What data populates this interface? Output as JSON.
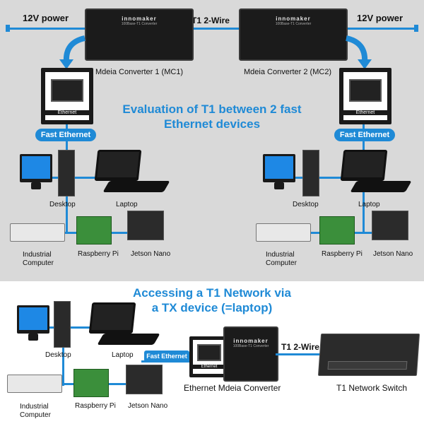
{
  "top": {
    "power_left": "12V power",
    "power_right": "12V power",
    "wire_label": "T1 2-Wire",
    "mc1_label": "Mdeia Converter 1 (MC1)",
    "mc2_label": "Mdeia Converter 2 (MC2)",
    "title_line1": "Evaluation of T1 between 2 fast",
    "title_line2": "Ethernet devices",
    "left": {
      "ethernet": "Ethernet",
      "fast_ethernet": "Fast Ethernet",
      "desktop": "Desktop",
      "laptop": "Laptop",
      "industrial_line1": "Industrial",
      "industrial_line2": "Computer",
      "raspberry": "Raspberry Pi",
      "jetson": "Jetson Nano"
    },
    "right": {
      "ethernet": "Ethernet",
      "fast_ethernet": "Fast Ethernet",
      "desktop": "Desktop",
      "laptop": "Laptop",
      "industrial_line1": "Industrial",
      "industrial_line2": "Computer",
      "raspberry": "Raspberry Pi",
      "jetson": "Jetson Nano"
    }
  },
  "bottom": {
    "title_line1": "Accessing a T1 Network via",
    "title_line2": "a TX device (=laptop)",
    "desktop": "Desktop",
    "laptop": "Laptop",
    "industrial_line1": "Industrial",
    "industrial_line2": "Computer",
    "raspberry": "Raspberry Pi",
    "jetson": "Jetson Nano",
    "fast_ethernet": "Fast Ethernet",
    "ethernet": "Ethernet",
    "wire_label": "T1 2-Wire",
    "converter_label": "Ethernet Mdeia Converter",
    "switch_label": "T1 Network Switch"
  },
  "converter": {
    "brand": "innomaker",
    "sub": "100Base-T1 Converter"
  },
  "colors": {
    "accent": "#1f8ad6",
    "top_bg": "#d9d9d9",
    "device_dark": "#1b1b1b"
  }
}
